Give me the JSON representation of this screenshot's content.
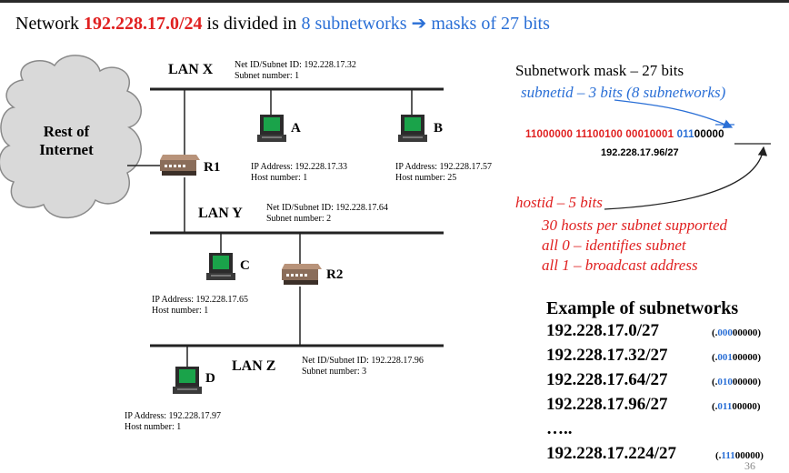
{
  "title": {
    "prefix": "Network ",
    "network": "192.228.17.0/24",
    "middle": " is divided in ",
    "subnets_text": "8 subnetworks",
    "arrow": " ➔ ",
    "masks_text": "masks of 27 bits"
  },
  "cloud": {
    "line1": "Rest of",
    "line2": "Internet"
  },
  "lans": {
    "x": {
      "label": "LAN X",
      "id": "Net ID/Subnet ID: 192.228.17.32",
      "num": "Subnet number: 1"
    },
    "y": {
      "label": "LAN Y",
      "id": "Net ID/Subnet ID: 192.228.17.64",
      "num": "Subnet number: 2"
    },
    "z": {
      "label": "LAN Z",
      "id": "Net ID/Subnet ID: 192.228.17.96",
      "num": "Subnet number: 3"
    }
  },
  "routers": {
    "r1": "R1",
    "r2": "R2"
  },
  "hosts": {
    "a": {
      "label": "A",
      "ip": "IP Address: 192.228.17.33",
      "num": "Host number: 1"
    },
    "b": {
      "label": "B",
      "ip": "IP Address: 192.228.17.57",
      "num": "Host number: 25"
    },
    "c": {
      "label": "C",
      "ip": "IP Address: 192.228.17.65",
      "num": "Host number: 1"
    },
    "d": {
      "label": "D",
      "ip": "IP Address: 192.228.17.97",
      "num": "Host number: 1"
    }
  },
  "mask": {
    "title": "Subnetwork mask – 27 bits",
    "subnetid": "subnetid – 3 bits (8 subnetworks)",
    "bits_red": "11000000 11100100 00010001 ",
    "bits_blue": "011",
    "bits_black": "00000",
    "address": "192.228.17.96/27",
    "hostid": "hostid – 5 bits",
    "host_lines": [
      "30 hosts per subnet supported",
      "all 0 – identifies subnet",
      "all 1 –  broadcast address"
    ]
  },
  "examples": {
    "title": "Example of subnetworks",
    "rows": [
      {
        "addr": "192.228.17.0/27",
        "pre": "(.",
        "blue": "000",
        "black": "00000)"
      },
      {
        "addr": "192.228.17.32/27",
        "pre": "(.",
        "blue": "001",
        "black": "00000)"
      },
      {
        "addr": "192.228.17.64/27",
        "pre": "(.",
        "blue": "010",
        "black": "00000)"
      },
      {
        "addr": "192.228.17.96/27",
        "pre": "(.",
        "blue": "011",
        "black": "00000)"
      }
    ],
    "ellipsis": "…..",
    "last": {
      "addr": "192.228.17.224/27",
      "pre": "(.",
      "blue": "111",
      "black": "00000)"
    }
  },
  "page_number": "36",
  "colors": {
    "red": "#e02020",
    "blue": "#2a6fd6",
    "cloud": "#d9d9d9"
  }
}
